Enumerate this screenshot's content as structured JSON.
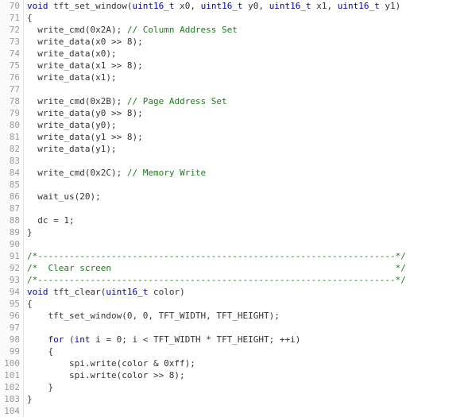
{
  "editor": {
    "lines": [
      {
        "n": "70",
        "segments": [
          {
            "t": "void",
            "c": "kw"
          },
          {
            "t": " tft_set_window(",
            "c": "pl"
          },
          {
            "t": "uint16_t",
            "c": "ty"
          },
          {
            "t": " x0, ",
            "c": "pl"
          },
          {
            "t": "uint16_t",
            "c": "ty"
          },
          {
            "t": " y0, ",
            "c": "pl"
          },
          {
            "t": "uint16_t",
            "c": "ty"
          },
          {
            "t": " x1, ",
            "c": "pl"
          },
          {
            "t": "uint16_t",
            "c": "ty"
          },
          {
            "t": " y1)",
            "c": "pl"
          }
        ]
      },
      {
        "n": "71",
        "segments": [
          {
            "t": "{",
            "c": "pl"
          }
        ]
      },
      {
        "n": "72",
        "segments": [
          {
            "t": "  write_cmd(0x2A); ",
            "c": "pl"
          },
          {
            "t": "// Column Address Set",
            "c": "cm"
          }
        ]
      },
      {
        "n": "73",
        "segments": [
          {
            "t": "  write_data(x0 >> 8);",
            "c": "pl"
          }
        ]
      },
      {
        "n": "74",
        "segments": [
          {
            "t": "  write_data(x0);",
            "c": "pl"
          }
        ]
      },
      {
        "n": "75",
        "segments": [
          {
            "t": "  write_data(x1 >> 8);",
            "c": "pl"
          }
        ]
      },
      {
        "n": "76",
        "segments": [
          {
            "t": "  write_data(x1);",
            "c": "pl"
          }
        ]
      },
      {
        "n": "77",
        "segments": [
          {
            "t": "",
            "c": "pl"
          }
        ]
      },
      {
        "n": "78",
        "segments": [
          {
            "t": "  write_cmd(0x2B); ",
            "c": "pl"
          },
          {
            "t": "// Page Address Set",
            "c": "cm"
          }
        ]
      },
      {
        "n": "79",
        "segments": [
          {
            "t": "  write_data(y0 >> 8);",
            "c": "pl"
          }
        ]
      },
      {
        "n": "80",
        "segments": [
          {
            "t": "  write_data(y0);",
            "c": "pl"
          }
        ]
      },
      {
        "n": "81",
        "segments": [
          {
            "t": "  write_data(y1 >> 8);",
            "c": "pl"
          }
        ]
      },
      {
        "n": "82",
        "segments": [
          {
            "t": "  write_data(y1);",
            "c": "pl"
          }
        ]
      },
      {
        "n": "83",
        "segments": [
          {
            "t": "",
            "c": "pl"
          }
        ]
      },
      {
        "n": "84",
        "segments": [
          {
            "t": "  write_cmd(0x2C); ",
            "c": "pl"
          },
          {
            "t": "// Memory Write",
            "c": "cm"
          }
        ]
      },
      {
        "n": "85",
        "segments": [
          {
            "t": "",
            "c": "pl"
          }
        ]
      },
      {
        "n": "86",
        "segments": [
          {
            "t": "  wait_us(20);",
            "c": "pl"
          }
        ]
      },
      {
        "n": "87",
        "segments": [
          {
            "t": "",
            "c": "pl"
          }
        ]
      },
      {
        "n": "88",
        "segments": [
          {
            "t": "  dc = 1;",
            "c": "pl"
          }
        ]
      },
      {
        "n": "89",
        "segments": [
          {
            "t": "}",
            "c": "pl"
          }
        ]
      },
      {
        "n": "90",
        "segments": [
          {
            "t": "",
            "c": "pl"
          }
        ]
      },
      {
        "n": "91",
        "segments": [
          {
            "t": "/*--------------------------------------------------------------------*/",
            "c": "cm"
          }
        ]
      },
      {
        "n": "92",
        "segments": [
          {
            "t": "/*  Clear screen                                                      */",
            "c": "cm"
          }
        ]
      },
      {
        "n": "93",
        "segments": [
          {
            "t": "/*--------------------------------------------------------------------*/",
            "c": "cm"
          }
        ]
      },
      {
        "n": "94",
        "segments": [
          {
            "t": "void",
            "c": "kw"
          },
          {
            "t": " tft_clear(",
            "c": "pl"
          },
          {
            "t": "uint16_t",
            "c": "ty"
          },
          {
            "t": " color)",
            "c": "pl"
          }
        ]
      },
      {
        "n": "95",
        "segments": [
          {
            "t": "{",
            "c": "pl"
          }
        ]
      },
      {
        "n": "96",
        "segments": [
          {
            "t": "    tft_set_window(0, 0, TFT_WIDTH, TFT_HEIGHT);",
            "c": "pl"
          }
        ]
      },
      {
        "n": "97",
        "segments": [
          {
            "t": "",
            "c": "pl"
          }
        ]
      },
      {
        "n": "98",
        "segments": [
          {
            "t": "    ",
            "c": "pl"
          },
          {
            "t": "for",
            "c": "kw"
          },
          {
            "t": " (",
            "c": "pl"
          },
          {
            "t": "int",
            "c": "kw"
          },
          {
            "t": " i = 0; i < TFT_WIDTH * TFT_HEIGHT; ++i)",
            "c": "pl"
          }
        ]
      },
      {
        "n": "99",
        "segments": [
          {
            "t": "    {",
            "c": "pl"
          }
        ]
      },
      {
        "n": "100",
        "segments": [
          {
            "t": "        spi.write(color & 0xff);",
            "c": "pl"
          }
        ]
      },
      {
        "n": "101",
        "segments": [
          {
            "t": "        spi.write(color >> 8);",
            "c": "pl"
          }
        ]
      },
      {
        "n": "102",
        "segments": [
          {
            "t": "    }",
            "c": "pl"
          }
        ]
      },
      {
        "n": "103",
        "segments": [
          {
            "t": "}",
            "c": "pl"
          }
        ]
      },
      {
        "n": "104",
        "segments": [
          {
            "t": "",
            "c": "pl"
          }
        ]
      }
    ]
  }
}
